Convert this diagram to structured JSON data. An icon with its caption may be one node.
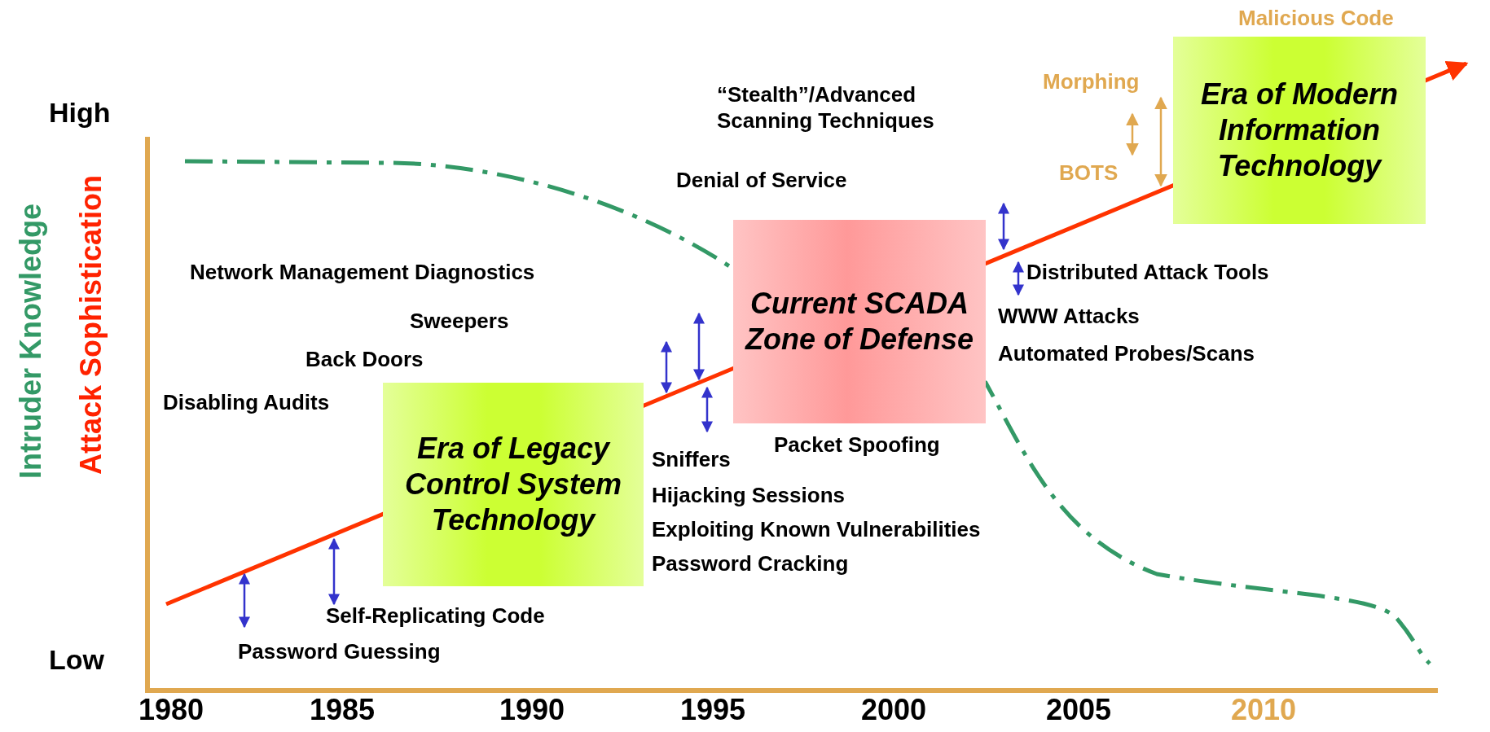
{
  "diagram": {
    "nodes": [
      {
        "text": [
          "Era of Legacy Control System Technology"
        ]
      },
      {
        "text": [
          "Current SCADA Zone of Defense"
        ]
      },
      {
        "text": [
          "Era of Modern Information Technology"
        ]
      }
    ],
    "labels": [
      "Malicious Code",
      "Morphing",
      "High",
      "“Stealth”/Advanced Scanning Techniques",
      "BOTS",
      "Denial of Service",
      "Distributed Attack Tools",
      "Network Management Diagnostics",
      "WWW Attacks",
      "Sweepers",
      "Automated Probes/Scans",
      "Back Doors",
      "Disabling Audits",
      "Packet Spoofing",
      "Sniffers",
      "Hijacking Sessions",
      "Exploiting Known Vulnerabilities",
      "Password Cracking",
      "Self-Replicating Code",
      "Password Guessing",
      "Low",
      "Intruder Knowledge",
      "Attack Sophistication",
      "1980",
      "1985",
      "1990",
      "1995",
      "2000",
      "2005",
      "2010"
    ]
  }
}
